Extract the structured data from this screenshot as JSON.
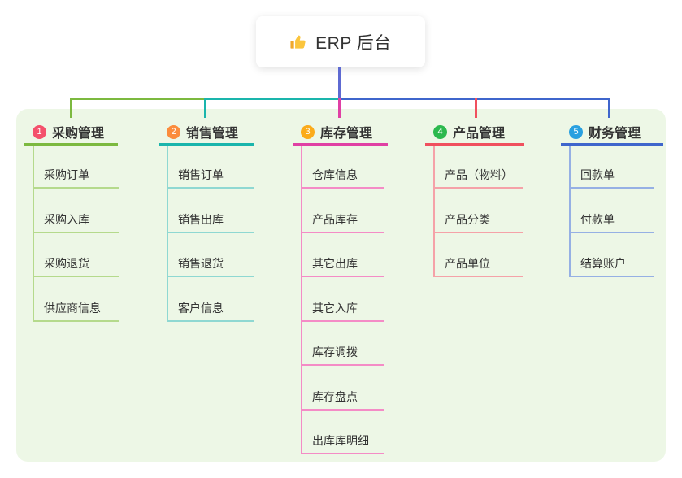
{
  "root": {
    "title": "ERP 后台",
    "icon": "thumbs-up"
  },
  "colors": {
    "canvas_bg": "#ffffff",
    "panel_bg": "#edf7e6",
    "card_bg": "#ffffff",
    "title_color": "#333333",
    "root_line": "#5e6ad2",
    "text": "#333333"
  },
  "branches": [
    {
      "num": "1",
      "title": "采购管理",
      "badge_color": "#f4516c",
      "line_color": "#7cb93f",
      "light_line_color": "#b5da8c",
      "items": [
        "采购订单",
        "采购入库",
        "采购退货",
        "供应商信息"
      ]
    },
    {
      "num": "2",
      "title": "销售管理",
      "badge_color": "#fb8c3c",
      "line_color": "#1ab5ac",
      "light_line_color": "#8fd8d2",
      "items": [
        "销售订单",
        "销售出库",
        "销售退货",
        "客户信息"
      ]
    },
    {
      "num": "3",
      "title": "库存管理",
      "badge_color": "#fbab1a",
      "line_color": "#e040a4",
      "light_line_color": "#f48cc6",
      "items": [
        "仓库信息",
        "产品库存",
        "其它出库",
        "其它入库",
        "库存调拨",
        "库存盘点",
        "出库库明细"
      ]
    },
    {
      "num": "4",
      "title": "产品管理",
      "badge_color": "#2cb94e",
      "line_color": "#f0505e",
      "light_line_color": "#f5a2a8",
      "items": [
        "产品（物料）",
        "产品分类",
        "产品单位"
      ]
    },
    {
      "num": "5",
      "title": "财务管理",
      "badge_color": "#29a0e0",
      "line_color": "#3f66cc",
      "light_line_color": "#96b0e4",
      "items": [
        "回款单",
        "付款单",
        "结算账户"
      ]
    }
  ]
}
